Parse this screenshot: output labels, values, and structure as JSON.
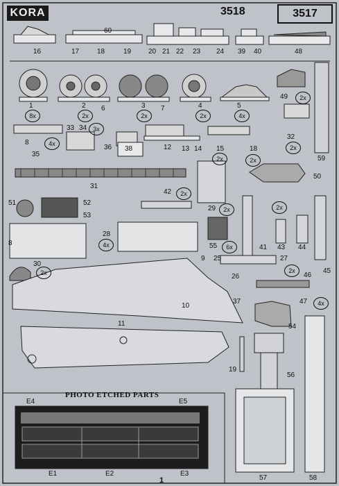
{
  "header": {
    "brand": "KORA",
    "kit_code_a": "3518",
    "kit_code_b": "3517"
  },
  "labels": {
    "p16": "16",
    "p17": "17",
    "p18": "18",
    "p19": "19",
    "p20": "20",
    "p21": "21",
    "p22": "22",
    "p23": "23",
    "p24": "24",
    "p39": "39",
    "p40": "40",
    "p48": "48",
    "p60": "60",
    "p1": "1",
    "p2": "2",
    "p6": "6",
    "p3": "3",
    "p7": "7",
    "p4": "4",
    "p5": "5",
    "p49": "49",
    "p33": "33",
    "p34": "34",
    "p8a": "8",
    "p35": "35",
    "p36": "36",
    "p38": "38",
    "p12": "12",
    "p13": "13",
    "p14": "14",
    "p15": "15",
    "p18b": "18",
    "p32": "32",
    "p59": "59",
    "p31": "31",
    "p50": "50",
    "p42": "42",
    "p29": "29",
    "p51": "51",
    "p52": "52",
    "p53": "53",
    "p28": "28",
    "p8": "8",
    "p41": "41",
    "p43": "43",
    "p44": "44",
    "p55": "55",
    "p9": "9",
    "p25": "25",
    "p27": "27",
    "p30": "30",
    "p26": "26",
    "p46": "46",
    "p45": "45",
    "p10": "10",
    "p37": "37",
    "p47": "47",
    "p11": "11",
    "p54": "54",
    "p19b": "19",
    "p56": "56",
    "p57": "57",
    "p58": "58",
    "pE4": "E4",
    "pE5": "E5",
    "pE1": "E1",
    "pE2": "E2",
    "pE3": "E3"
  },
  "multipliers": {
    "x8": "8x",
    "x2": "2x",
    "x3": "3x",
    "x4": "4x",
    "x6": "6x"
  },
  "photo_etched_title": "PHOTO ETCHED PARTS",
  "page_number": "1"
}
